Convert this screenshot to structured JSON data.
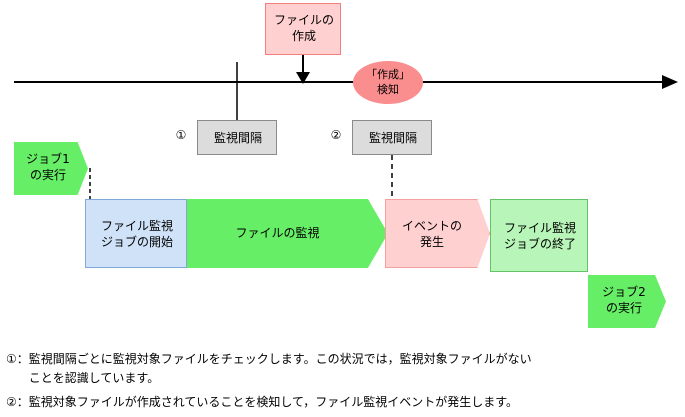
{
  "diagram": {
    "title_event_box": {
      "line1": "ファイルの",
      "line2": "作成"
    },
    "detect_ellipse": {
      "line1": "「作成」",
      "line2": "検知"
    },
    "intervals": [
      {
        "marker": "①",
        "label": "監視間隔"
      },
      {
        "marker": "②",
        "label": "監視間隔"
      }
    ],
    "jobs": [
      {
        "name": "job1",
        "line1": "ジョブ1",
        "line2": "の実行"
      },
      {
        "name": "job2",
        "line1": "ジョブ2",
        "line2": "の実行"
      }
    ],
    "flow": [
      {
        "name": "file-watch-job-start",
        "line1": "ファイル監視",
        "line2": "ジョブの開始",
        "color": "#CFE2F7"
      },
      {
        "name": "file-watching",
        "line1": "ファイルの監視",
        "line2": "",
        "color": "#66EE66"
      },
      {
        "name": "event-occurrence",
        "line1": "イベントの",
        "line2": "発生",
        "color": "#FFD0D0"
      },
      {
        "name": "file-watch-job-end",
        "line1": "ファイル監視",
        "line2": "ジョブの終了",
        "color": "#B8F5B8"
      }
    ],
    "notes": [
      {
        "key": "①：",
        "lines": [
          "監視間隔ごとに監視対象ファイルをチェックします。この状況では，監視対象ファイルがない",
          "ことを認識しています。"
        ]
      },
      {
        "key": "②：",
        "lines": [
          "監視対象ファイルが作成されていることを検知して，ファイル監視イベントが発生します。"
        ]
      }
    ],
    "colors": {
      "green": "#66EE66",
      "light_green": "#B8F5B8",
      "pink": "#FFD0D0",
      "salmon": "#FA8E8E",
      "blue": "#CFE2F7",
      "gray": "#DCDCDC",
      "line": "#000000"
    }
  }
}
